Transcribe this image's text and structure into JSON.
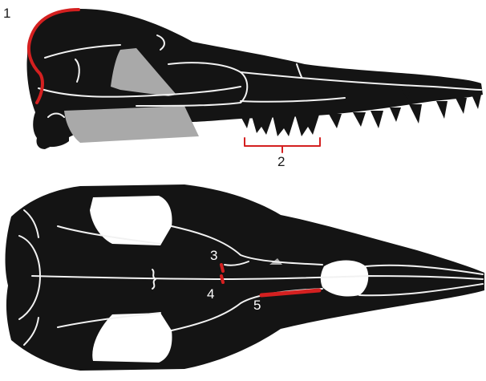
{
  "colors": {
    "background": "#ffffff",
    "bone": "#141414",
    "suture": "#f2f2f2",
    "openings": "#a9a9a9",
    "highlight": "#d42020"
  },
  "labels": {
    "l1": "1",
    "l2": "2",
    "l3": "3",
    "l4": "4",
    "l5": "5"
  }
}
